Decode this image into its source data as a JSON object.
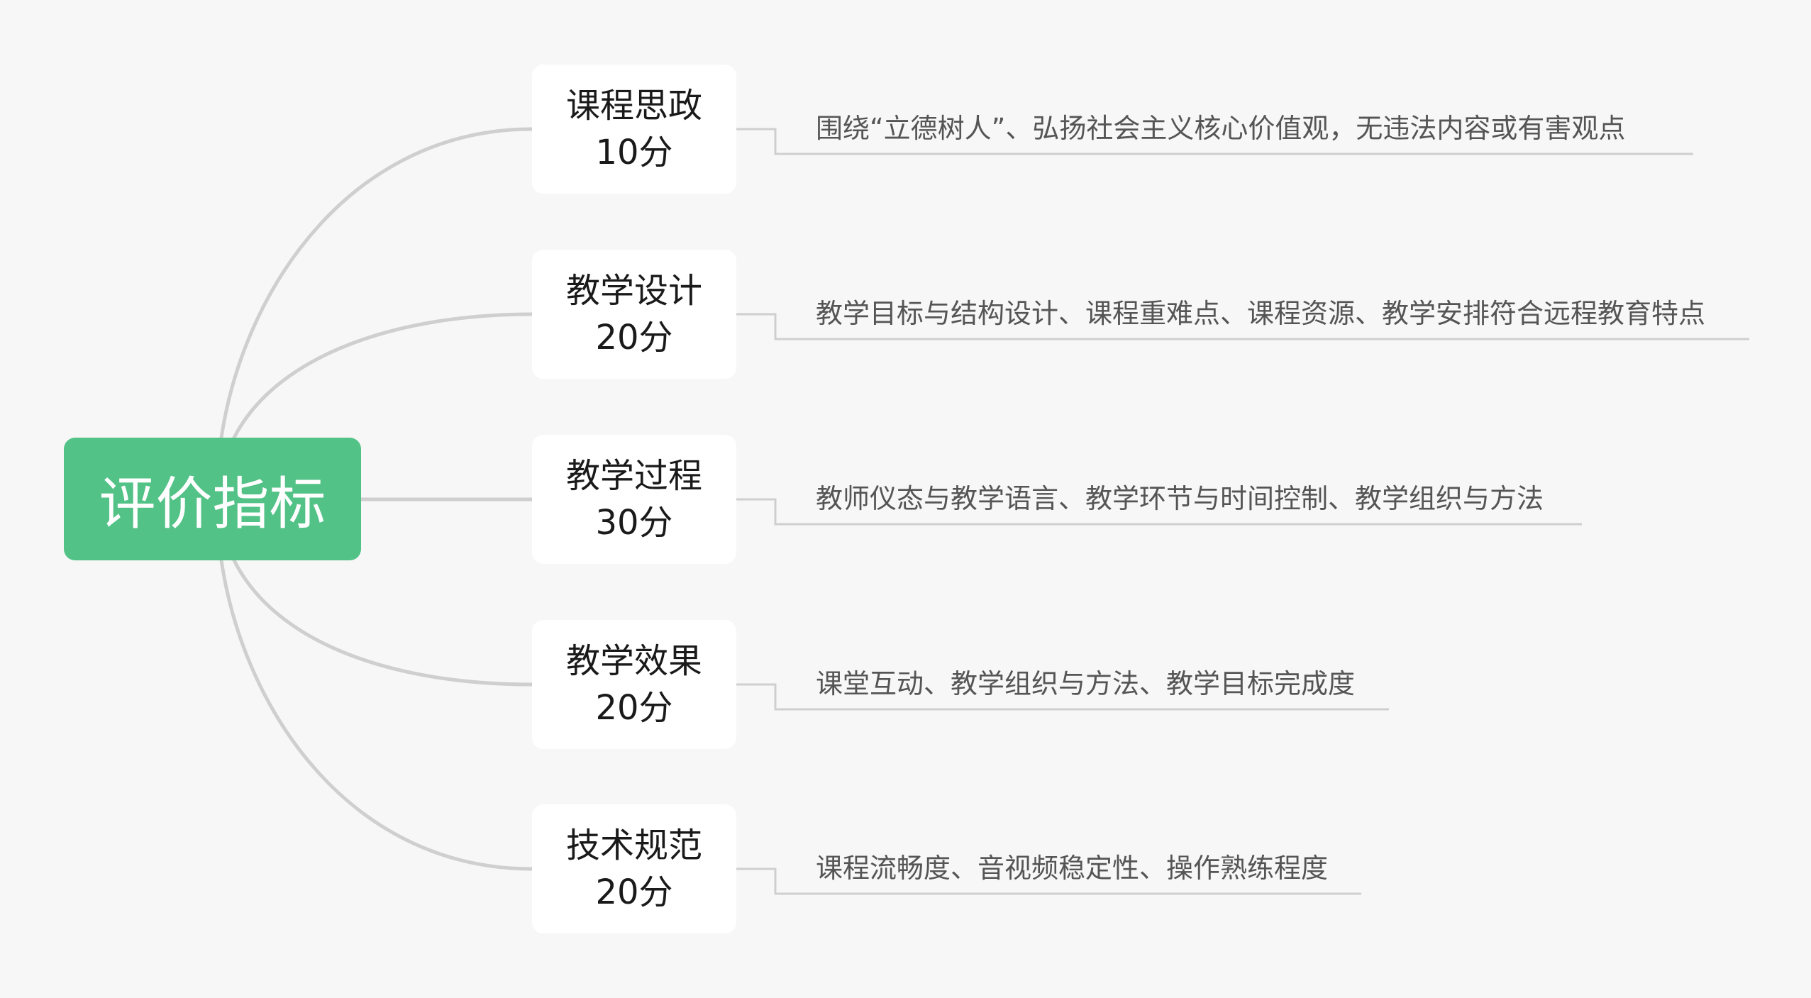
{
  "root": {
    "label": "评价指标"
  },
  "branches": [
    {
      "title": "课程思政",
      "score": "10分",
      "detail": "围绕“立德树人”、弘扬社会主义核心价值观，无违法内容或有害观点"
    },
    {
      "title": "教学设计",
      "score": "20分",
      "detail": "教学目标与结构设计、课程重难点、课程资源、教学安排符合远程教育特点"
    },
    {
      "title": "教学过程",
      "score": "30分",
      "detail": "教师仪态与教学语言、教学环节与时间控制、教学组织与方法"
    },
    {
      "title": "教学效果",
      "score": "20分",
      "detail": "课堂互动、教学组织与方法、教学目标完成度"
    },
    {
      "title": "技术规范",
      "score": "20分",
      "detail": "课程流畅度、音视频稳定性、操作熟练程度"
    }
  ],
  "colors": {
    "root_fill": "#52c287",
    "connector": "#cfcfcf",
    "background": "#f7f7f7"
  }
}
